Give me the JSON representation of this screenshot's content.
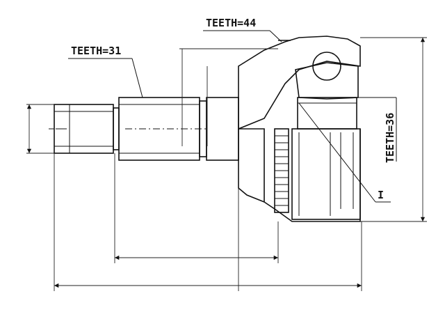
{
  "labels": {
    "outer_teeth": "TEETH=44",
    "shaft_teeth": "TEETH=31",
    "inner_teeth": "TEETH=36",
    "seal_mark": "I"
  },
  "colors": {
    "line": "#111111",
    "background": "#ffffff"
  }
}
